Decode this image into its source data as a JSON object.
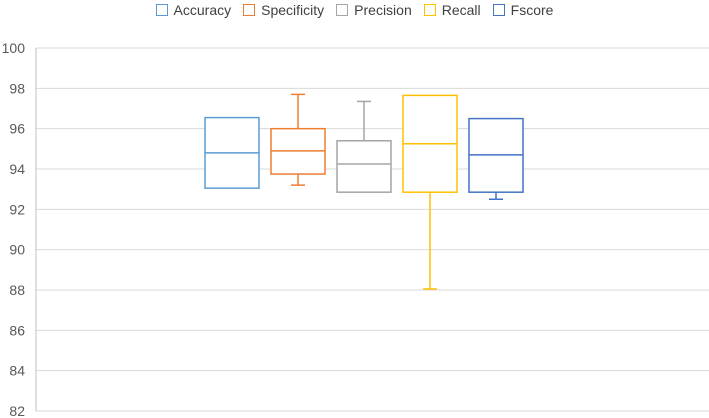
{
  "chart_data": {
    "type": "box",
    "title": "",
    "xlabel": "",
    "ylabel": "",
    "ylim": [
      82,
      100
    ],
    "yticks": [
      "82",
      "84",
      "86",
      "88",
      "90",
      "92",
      "94",
      "96",
      "98",
      "100"
    ],
    "grid": true,
    "legend_position": "top-center",
    "series": [
      {
        "name": "Accuracy",
        "color": "#5B9BD5",
        "min": 93.05,
        "q1": 93.05,
        "median": 94.8,
        "q3": 96.55,
        "max": 96.55
      },
      {
        "name": "Specificity",
        "color": "#ED7D31",
        "min": 93.2,
        "q1": 93.75,
        "median": 94.9,
        "q3": 96.0,
        "max": 97.7
      },
      {
        "name": "Precision",
        "color": "#A5A5A5",
        "min": 92.85,
        "q1": 92.85,
        "median": 94.25,
        "q3": 95.4,
        "max": 97.35
      },
      {
        "name": "Recall",
        "color": "#FFC000",
        "min": 88.05,
        "q1": 92.85,
        "median": 95.25,
        "q3": 97.65,
        "max": 97.65
      },
      {
        "name": "Fscore",
        "color": "#4472C4",
        "min": 92.5,
        "q1": 92.85,
        "median": 94.7,
        "q3": 96.5,
        "max": 96.5
      }
    ]
  }
}
